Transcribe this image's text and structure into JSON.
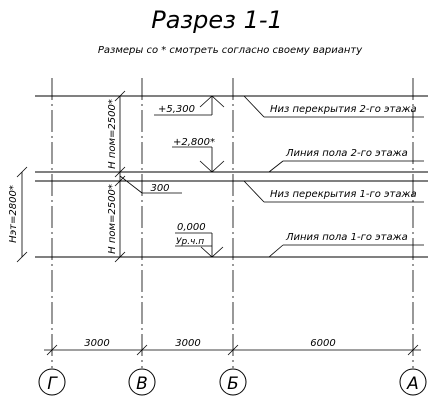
{
  "title": "Разрез 1-1",
  "subtitle": "Размеры со * смотреть согласно своему варианту",
  "axes": [
    "Г",
    "В",
    "Б",
    "А"
  ],
  "spans": [
    "3000",
    "3000",
    "6000"
  ],
  "levels": {
    "top": "+5,300",
    "floor2": "+2,800*",
    "zero": "0,000",
    "zero_note": "Ур.ч.п"
  },
  "callouts": {
    "ceiling2": "Низ перекрытия 2-го этажа",
    "floor2": "Линия пола 2-го этажа",
    "ceiling1": "Низ перекрытия 1-го этажа",
    "floor1": "Линия пола 1-го этажа"
  },
  "dims": {
    "h_room_upper": "Н пом=2500*",
    "h_room_lower": "Н пом=2500*",
    "h_floor": "Нэт=2800*",
    "slab": "300"
  }
}
